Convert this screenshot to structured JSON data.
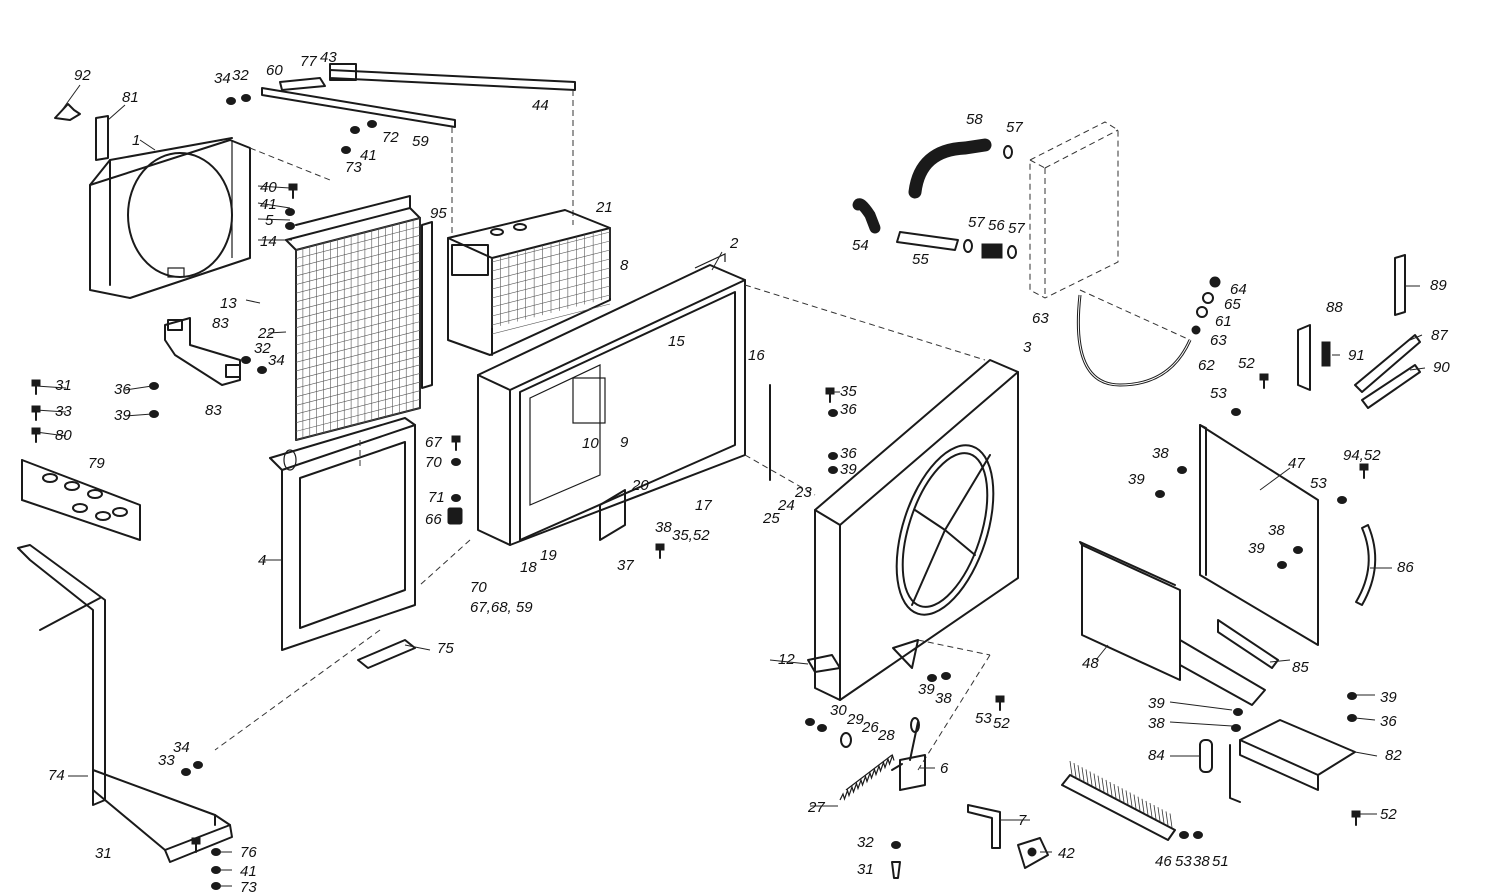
{
  "callouts": {
    "n1": "1",
    "n2": "2",
    "n3": "3",
    "n4": "4",
    "n5": "5",
    "n6": "6",
    "n7": "7",
    "n8": "8",
    "n9": "9",
    "n10": "10",
    "n12": "12",
    "n13": "13",
    "n14": "14",
    "n15": "15",
    "n16": "16",
    "n17": "17",
    "n18": "18",
    "n19": "19",
    "n20": "20",
    "n21": "21",
    "n22": "22",
    "n23": "23",
    "n24": "24",
    "n25": "25",
    "n26": "26",
    "n27": "27",
    "n28": "28",
    "n29": "29",
    "n30": "30",
    "n31a": "31",
    "n31b": "31",
    "n31c": "31",
    "n32a": "32",
    "n32b": "32",
    "n32c": "32",
    "n33a": "33",
    "n33b": "33",
    "n34a": "34",
    "n34b": "34",
    "n34c": "34",
    "n35": "35",
    "n36a": "36",
    "n36b": "36",
    "n36c": "36",
    "n36d": "36",
    "n37": "37",
    "n38a": "38",
    "n38b": "38",
    "n38c": "38",
    "n38d": "38",
    "n38e": "38",
    "n38f": "38",
    "n39a": "39",
    "n39b": "39",
    "n39c": "39",
    "n39d": "39",
    "n39e": "39",
    "n39f": "39",
    "n39g": "39",
    "n40": "40",
    "n41a": "41",
    "n41b": "41",
    "n41c": "41",
    "n42": "42",
    "n43": "43",
    "n44": "44",
    "n46": "46",
    "n47": "47",
    "n48": "48",
    "n51": "51",
    "n52a": "52",
    "n52b": "52",
    "n52c": "52",
    "n53a": "53",
    "n53b": "53",
    "n53c": "53",
    "n53d": "53",
    "n54": "54",
    "n55": "55",
    "n56": "56",
    "n57a": "57",
    "n57b": "57",
    "n57c": "57",
    "n58": "58",
    "n59a": "59",
    "n60": "60",
    "n61": "61",
    "n62": "62",
    "n63a": "63",
    "n63b": "63",
    "n64": "64",
    "n65": "65",
    "n66": "66",
    "n67": "67",
    "n70a": "70",
    "n70b": "70",
    "n71": "71",
    "n72": "72",
    "n73a": "73",
    "n73b": "73",
    "n74": "74",
    "n75": "75",
    "n76": "76",
    "n77": "77",
    "n79": "79",
    "n80": "80",
    "n81": "81",
    "n82": "82",
    "n83a": "83",
    "n83b": "83",
    "n84": "84",
    "n85": "85",
    "n86": "86",
    "n87": "87",
    "n88": "88",
    "n89": "89",
    "n90": "90",
    "n91": "91",
    "n92": "92",
    "n95": "95",
    "n35_52": "35,52",
    "n94_52": "94,52",
    "n67_68_59": "67,68, 59"
  }
}
